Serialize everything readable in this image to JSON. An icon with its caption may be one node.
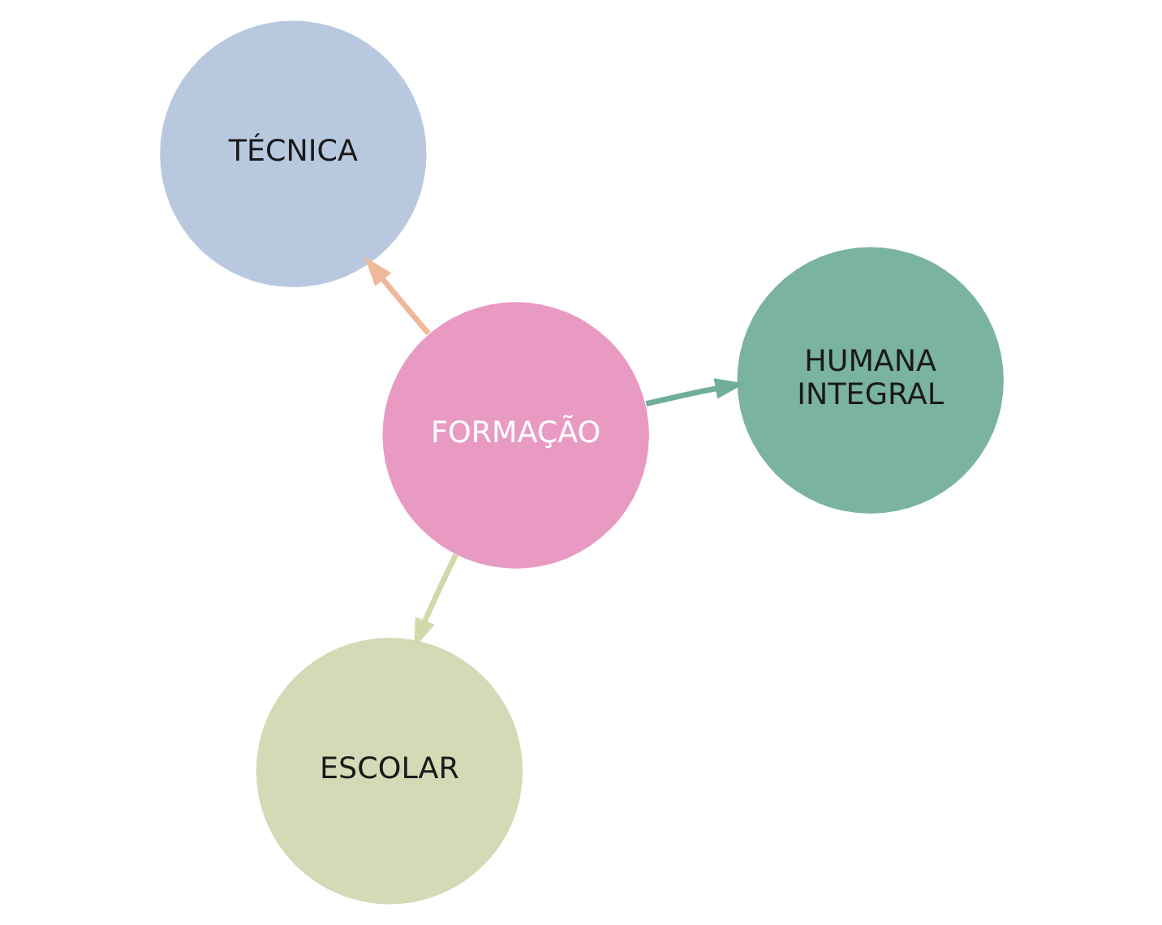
{
  "diagram": {
    "nodes": [
      {
        "text": [
          "FORMAÇÃO"
        ]
      },
      {
        "text": [
          "HUMANA INTEGRAL"
        ]
      },
      {
        "text": [
          "ESCOLAR"
        ]
      },
      {
        "text": [
          "TÉCNICA"
        ]
      }
    ],
    "edges": [
      {
        "from": 0,
        "to": 1,
        "arrow": "to",
        "color": "#6fae97"
      },
      {
        "from": 0,
        "to": 2,
        "arrow": "to",
        "color": "#d3d8aa"
      },
      {
        "from": 0,
        "to": 3,
        "arrow": "to",
        "color": "#f0b89a"
      }
    ]
  }
}
